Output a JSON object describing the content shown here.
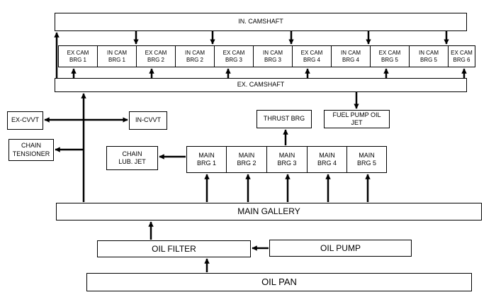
{
  "in_camshaft": "IN. CAMSHAFT",
  "ex_camshaft": "EX. CAMSHAFT",
  "bearings": [
    "EX CAM\nBRG 1",
    "IN CAM\nBRG 1",
    "EX CAM\nBRG 2",
    "IN CAM\nBRG 2",
    "EX CAM\nBRG 3",
    "IN CAM\nBRG 3",
    "EX CAM\nBRG 4",
    "IN CAM\nBRG 4",
    "EX CAM\nBRG 5",
    "IN CAM\nBRG 5",
    "EX CAM\nBRG 6"
  ],
  "ex_cvvt": "EX-CVVT",
  "in_cvvt": "IN-CVVT",
  "chain_tensioner": "CHAIN\nTENSIONER",
  "chain_lub_jet": "CHAIN\nLUB. JET",
  "thrust_brg": "THRUST BRG",
  "fuel_pump_oil_jet": "FUEL PUMP OIL\nJET",
  "main_bearings": [
    "MAIN\nBRG 1",
    "MAIN\nBRG 2",
    "MAIN\nBRG 3",
    "MAIN\nBRG 4",
    "MAIN\nBRG 5"
  ],
  "main_gallery": "MAIN GALLERY",
  "oil_filter": "OIL FILTER",
  "oil_pump": "OIL PUMP",
  "oil_pan": "OIL PAN"
}
